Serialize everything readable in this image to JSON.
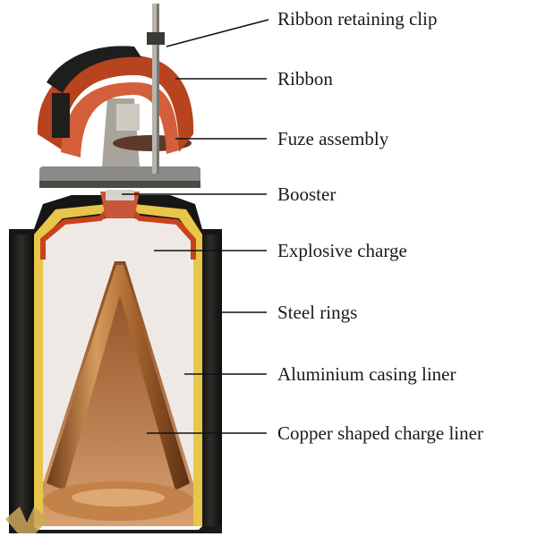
{
  "labels": [
    {
      "id": "ribbon-retaining-clip",
      "text": "Ribbon retaining clip"
    },
    {
      "id": "ribbon",
      "text": "Ribbon"
    },
    {
      "id": "fuze-assembly",
      "text": "Fuze assembly"
    },
    {
      "id": "booster",
      "text": "Booster"
    },
    {
      "id": "explosive-charge",
      "text": "Explosive charge"
    },
    {
      "id": "steel-rings",
      "text": "Steel rings"
    },
    {
      "id": "aluminium-casing-liner",
      "text": "Aluminium casing liner"
    },
    {
      "id": "copper-shaped-charge-liner",
      "text": "Copper shaped charge liner"
    }
  ],
  "colors": {
    "steel": "#1c1c1a",
    "aluminium": "#e8c64a",
    "ribbon": "#b8431f",
    "explosive": "#efe9e6",
    "copper": "#b8733a",
    "booster": "#c9553a"
  }
}
